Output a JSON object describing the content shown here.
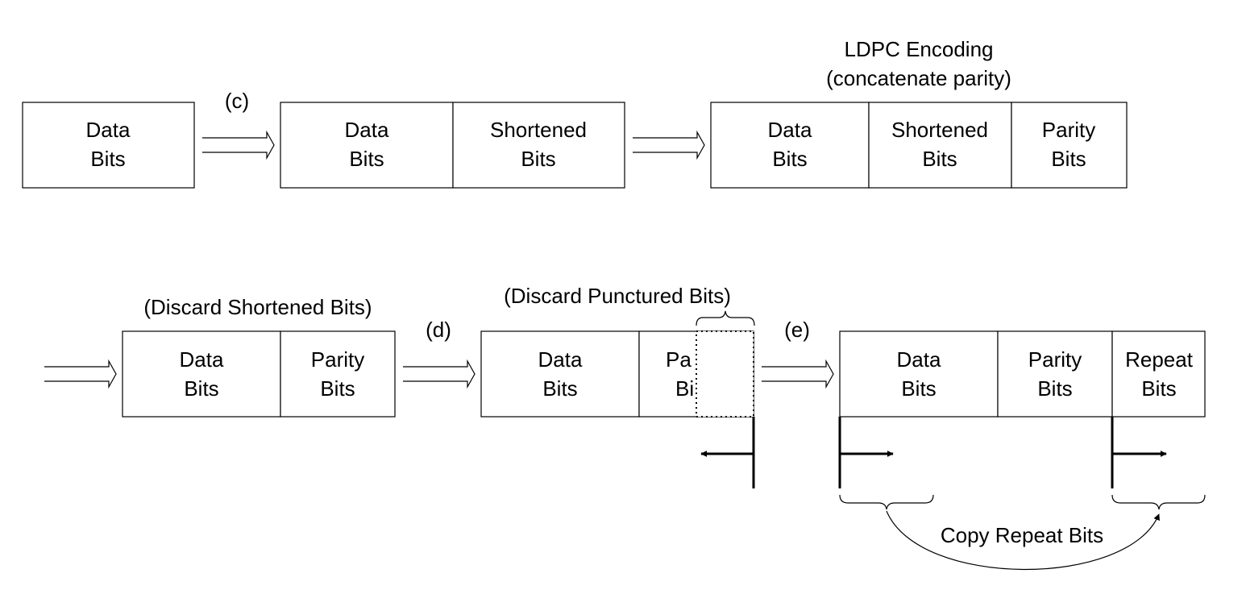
{
  "row1": {
    "box_a": {
      "line1": "Data",
      "line2": "Bits"
    },
    "step_c": "(c)",
    "box_b": [
      {
        "line1": "Data",
        "line2": "Bits"
      },
      {
        "line1": "Shortened",
        "line2": "Bits"
      }
    ],
    "encoding_title": {
      "line1": "LDPC Encoding",
      "line2": "(concatenate parity)"
    },
    "box_c": [
      {
        "line1": "Data",
        "line2": "Bits"
      },
      {
        "line1": "Shortened",
        "line2": "Bits"
      },
      {
        "line1": "Parity",
        "line2": "Bits"
      }
    ]
  },
  "row2": {
    "discard_shortened": "(Discard Shortened Bits)",
    "box_d": [
      {
        "line1": "Data",
        "line2": "Bits"
      },
      {
        "line1": "Parity",
        "line2": "Bits"
      }
    ],
    "step_d": "(d)",
    "discard_punctured": "(Discard Punctured Bits)",
    "box_e": [
      {
        "line1": "Data",
        "line2": "Bits"
      },
      {
        "line1": "Pa",
        "line2": "Bi"
      }
    ],
    "step_e": "(e)",
    "box_f": [
      {
        "line1": "Data",
        "line2": "Bits"
      },
      {
        "line1": "Parity",
        "line2": "Bits"
      },
      {
        "line1": "Repeat",
        "line2": "Bits"
      }
    ],
    "copy_repeat": "Copy Repeat Bits"
  }
}
